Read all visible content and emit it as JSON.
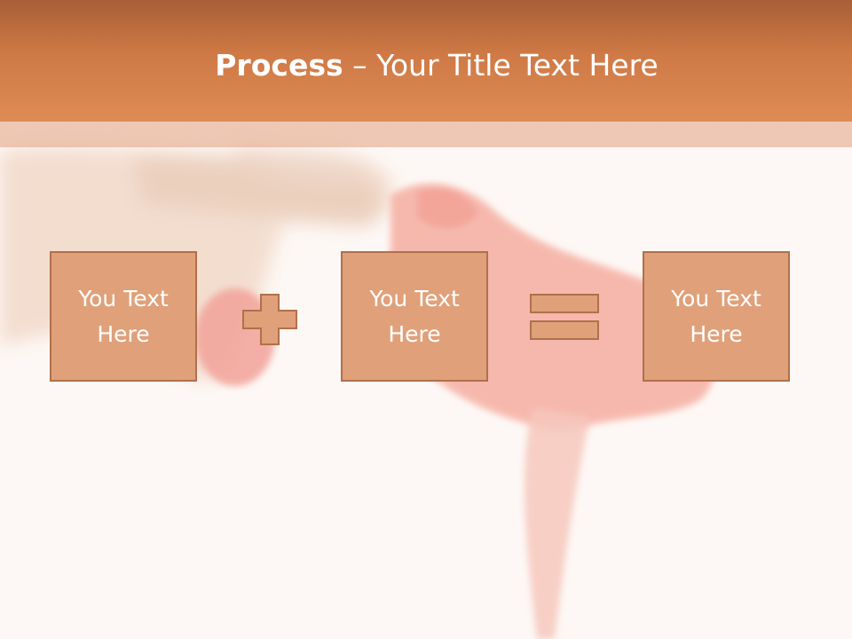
{
  "slide": {
    "title_bold": "Process",
    "title_rest": " – Your Title Text Here"
  },
  "process": {
    "boxes": [
      {
        "label": "You Text Here"
      },
      {
        "label": "You Text Here"
      },
      {
        "label": "You Text Here"
      }
    ],
    "operators": [
      "plus-icon",
      "equals-icon"
    ]
  },
  "colors": {
    "header": "#cf7a46",
    "box_fill": "#e0a079",
    "box_border": "#b0704b",
    "background": "#fdf8f5"
  }
}
